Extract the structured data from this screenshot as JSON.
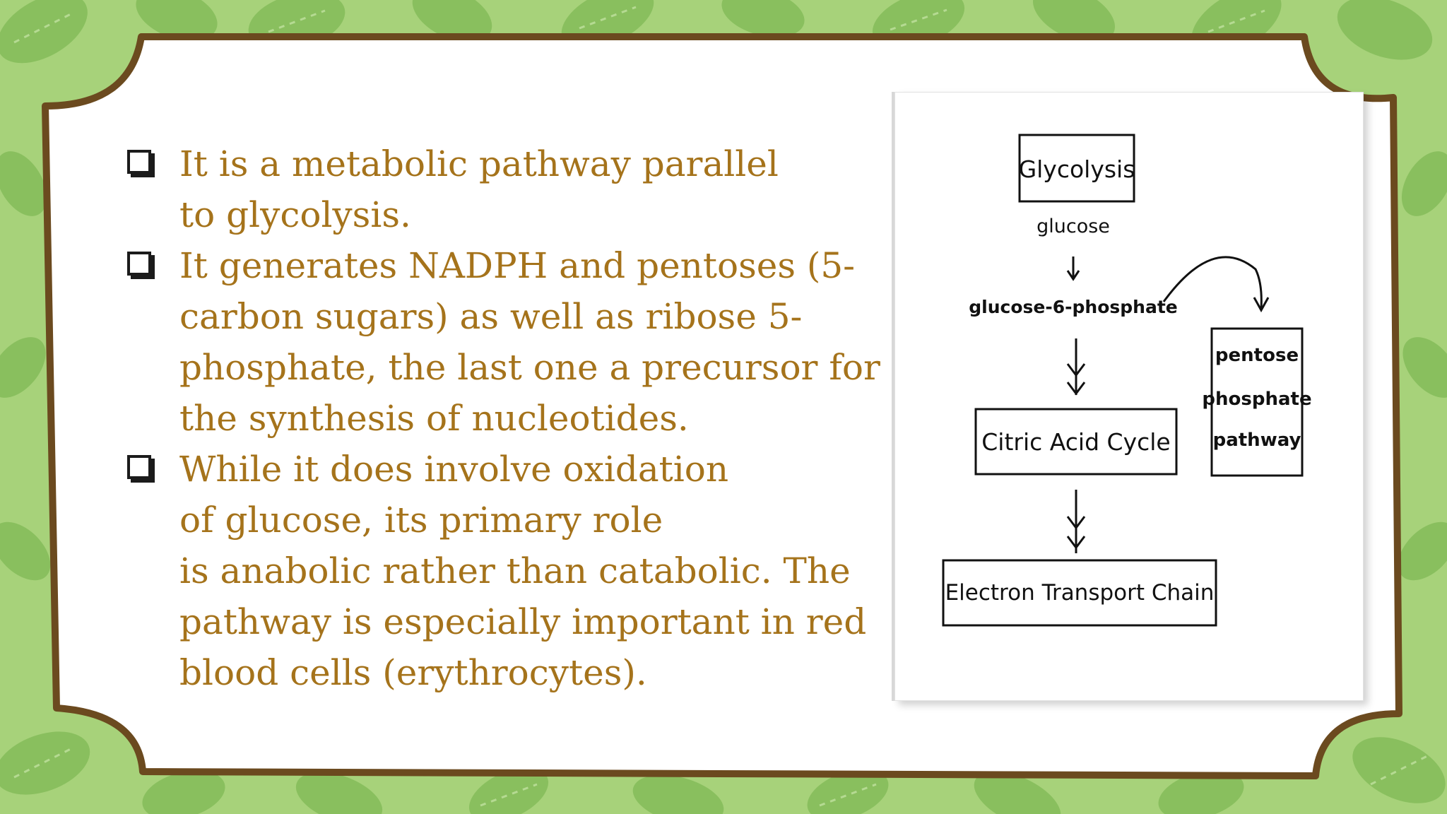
{
  "bullets": [
    {
      "lines": [
        "It is a metabolic pathway parallel",
        "to glycolysis."
      ]
    },
    {
      "lines": [
        "It generates NADPH and pentoses (5-",
        "carbon sugars) as well as ribose 5-",
        "phosphate, the last one a precursor for",
        "the synthesis of nucleotides."
      ]
    },
    {
      "lines": [
        "While it does involve oxidation",
        "of glucose, its primary role",
        "is anabolic rather than catabolic. The",
        "pathway is especially important in red",
        "blood cells (erythrocytes)."
      ]
    }
  ],
  "diagram": {
    "glycolysis": "Glycolysis",
    "glucose": "glucose",
    "g6p": "glucose-6-phosphate",
    "citric": "Citric Acid Cycle",
    "etc": "Electron Transport Chain",
    "ppp_line1": "pentose",
    "ppp_line2": "phosphate",
    "ppp_line3": "pathway"
  },
  "colors": {
    "text": "#a5731b",
    "background_green": "#a7d27a",
    "leaf_green": "#7fb457",
    "frame_brown": "#6b4a1f"
  }
}
